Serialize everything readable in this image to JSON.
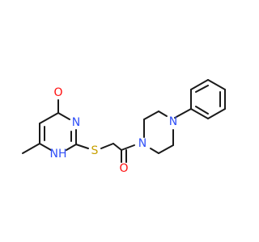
{
  "atoms": {
    "o_top": {
      "symbol": "O",
      "color": "#ff0d0d"
    },
    "n3": {
      "symbol": "N",
      "color": "#3050f8"
    },
    "n1h": {
      "symbol": "NH",
      "color": "#3050f8"
    },
    "s": {
      "symbol": "S",
      "color": "#c8a000"
    },
    "o_low": {
      "symbol": "O",
      "color": "#ff0d0d"
    },
    "n_pip1": {
      "symbol": "N",
      "color": "#3050f8"
    },
    "n_pip4": {
      "symbol": "N",
      "color": "#3050f8"
    }
  }
}
